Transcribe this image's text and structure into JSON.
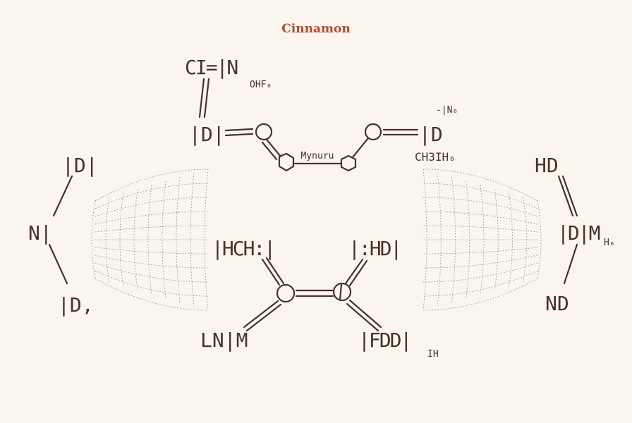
{
  "title": "Cinnamon",
  "colors": {
    "title": "#b5482a",
    "ink": "#4a3226",
    "background": "#faf6ef",
    "mesh": "#8a8078"
  },
  "labels": {
    "top_left": "CI=|N",
    "top_left_sub": "OHF₆",
    "top_left_ring": "|D|",
    "bridge": "Mynuru",
    "top_right_amine": "-|N₆",
    "top_right_ring": "|D",
    "top_right_sub": "CH3IH₆",
    "left_top": "|D|",
    "left_mid": "N|",
    "left_bottom": "|D,",
    "right_top": "HD",
    "right_mid": "|D|M",
    "right_mid_sub": "H₆",
    "right_bottom": "ND",
    "center_top_left": "|HCH:|",
    "center_top_right": "|:HD|",
    "center_bottom_left": "LN|M",
    "center_bottom_right": "|FDD|",
    "center_bottom_right_sub": "IH"
  }
}
